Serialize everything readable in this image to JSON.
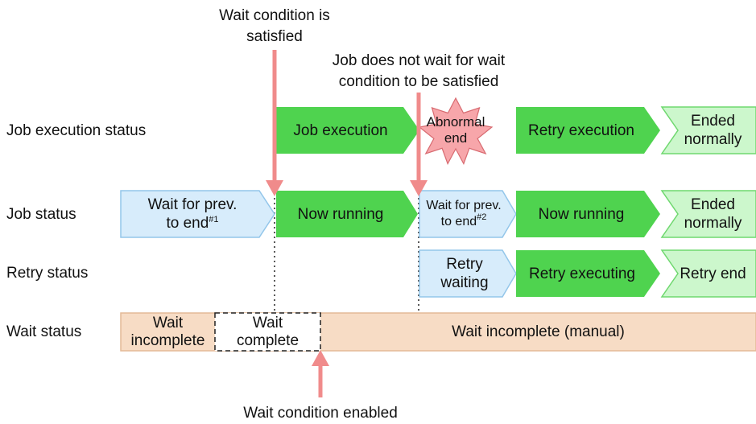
{
  "row_labels": {
    "job_execution": "Job execution status",
    "job": "Job status",
    "retry": "Retry status",
    "wait": "Wait status"
  },
  "notes": {
    "satisfied_line1": "Wait condition is",
    "satisfied_line2": "satisfied",
    "no_wait_line1": "Job does not wait for wait",
    "no_wait_line2": "condition to be satisfied",
    "enabled": "Wait condition enabled"
  },
  "job_execution_row": {
    "job_execution": "Job execution",
    "abnormal_line1": "Abnormal",
    "abnormal_line2": "end",
    "retry_execution": "Retry execution",
    "ended_line1": "Ended",
    "ended_line2": "normally"
  },
  "job_row": {
    "wait_prev1_line1": "Wait for prev.",
    "wait_prev1_line2": "to end",
    "wait_prev1_mark": "#1",
    "now_running_1": "Now running",
    "wait_prev2_line1": "Wait for prev.",
    "wait_prev2_line2": "to end",
    "wait_prev2_mark": "#2",
    "now_running_2": "Now running",
    "ended_line1": "Ended",
    "ended_line2": "normally"
  },
  "retry_row": {
    "retry_waiting_line1": "Retry",
    "retry_waiting_line2": "waiting",
    "retry_executing": "Retry executing",
    "retry_end": "Retry end"
  },
  "wait_row": {
    "incomplete_line1": "Wait",
    "incomplete_line2": "incomplete",
    "complete_line1": "Wait",
    "complete_line2": "complete",
    "incomplete_manual": "Wait incomplete (manual)"
  },
  "colors": {
    "green_fill": "#4fd34f",
    "pale_green_fill": "#ccf7cc",
    "pale_green_stroke": "#6fd86f",
    "blue_fill": "#d7ecfb",
    "blue_stroke": "#93c6ea",
    "tan_fill": "#f7dcc5",
    "tan_stroke": "#e4ba97",
    "burst_fill": "#f7a6aa",
    "burst_stroke": "#d86a70",
    "arrow": "#f08b8b"
  }
}
